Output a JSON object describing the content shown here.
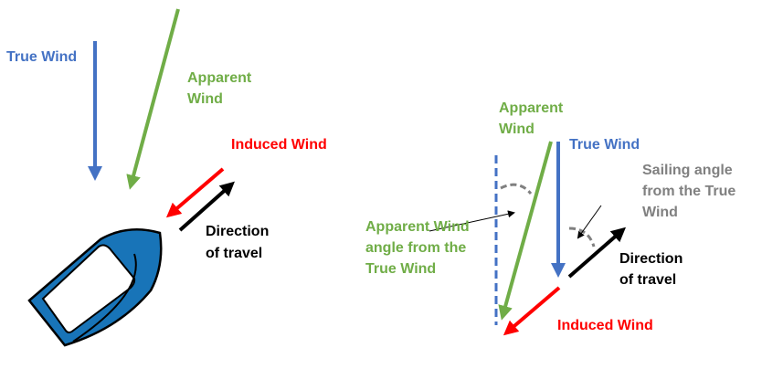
{
  "colors": {
    "true_wind": "#4472C4",
    "apparent_wind": "#70AD47",
    "induced_wind": "#FF0000",
    "travel": "#000000",
    "angle": "#808080",
    "boat": "#1874B8"
  },
  "left": {
    "true_wind": "True Wind",
    "apparent_wind": [
      "Apparent",
      "Wind"
    ],
    "induced_wind": "Induced Wind",
    "direction": [
      "Direction",
      "of travel"
    ]
  },
  "right": {
    "apparent_wind": [
      "Apparent",
      "Wind"
    ],
    "true_wind": "True Wind",
    "sailing_angle": [
      "Sailing angle",
      "from the True",
      "Wind"
    ],
    "direction": [
      "Direction",
      "of travel"
    ],
    "apparent_angle": [
      "Apparent Wind",
      "angle from the",
      "True Wind"
    ],
    "induced_wind": "Induced Wind"
  }
}
